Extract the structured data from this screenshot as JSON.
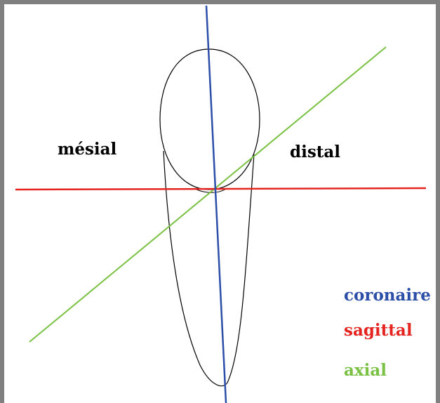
{
  "labels": {
    "mesial": "mésial",
    "distal": "distal"
  },
  "legend": {
    "coronaire": "coronaire",
    "sagittal": "sagittal",
    "axial": "axial"
  },
  "colors": {
    "coronaire": "#2b4ea8",
    "sagittal": "#e52420",
    "axial": "#7ac143",
    "outline": "#000000",
    "frame": "#808080"
  }
}
